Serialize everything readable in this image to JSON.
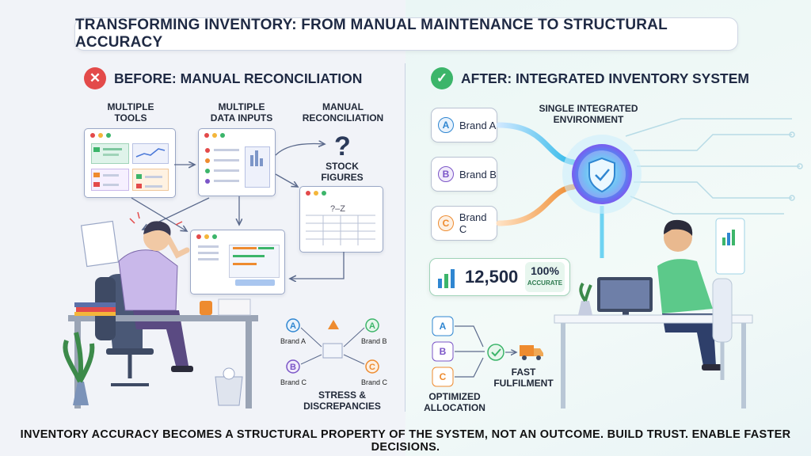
{
  "title": "TRANSFORMING INVENTORY: FROM MANUAL MAINTENANCE TO STRUCTURAL ACCURACY",
  "before": {
    "heading": "BEFORE: MANUAL RECONCILIATION",
    "labels": {
      "multiple_tools": "MULTIPLE\nTOOLS",
      "multiple_data_inputs": "MULTIPLE\nDATA INPUTS",
      "manual_reconciliation": "MANUAL\nRECONCILIATION",
      "stock_figures": "STOCK\nFIGURES",
      "stress": "STRESS &\nDISCREPANCIES"
    },
    "mini_brands": [
      {
        "letter": "A",
        "name": "Brand A"
      },
      {
        "letter": "B",
        "name": "Brand C"
      },
      {
        "letter": "A",
        "name": "Brand B"
      },
      {
        "letter": "C",
        "name": "Brand C"
      }
    ]
  },
  "after": {
    "heading": "AFTER: INTEGRATED INVENTORY SYSTEM",
    "env_label": "SINGLE INTEGRATED\nENVIRONMENT",
    "brands": [
      {
        "letter": "A",
        "name": "Brand A",
        "color": "#2f86d1"
      },
      {
        "letter": "B",
        "name": "Brand B",
        "color": "#7b55c7"
      },
      {
        "letter": "C",
        "name": "Brand C",
        "color": "#ee8b2f"
      }
    ],
    "stat_value": "12,500",
    "stat_pct": "100%",
    "stat_caption": "ACCURATE",
    "optimized": "OPTIMIZED\nALLOCATION",
    "fast": "FAST\nFULFILMENT",
    "flow_letters": [
      "A",
      "B",
      "C"
    ]
  },
  "footer": "INVENTORY ACCURACY BECOMES A STRUCTURAL PROPERTY OF THE SYSTEM, NOT AN OUTCOME. BUILD TRUST. ENABLE FASTER DECISIONS.",
  "colors": {
    "red": "#e34a4a",
    "green": "#3cb56a",
    "blue": "#2f86d1",
    "purple": "#7b55c7",
    "orange": "#ee8b2f"
  }
}
